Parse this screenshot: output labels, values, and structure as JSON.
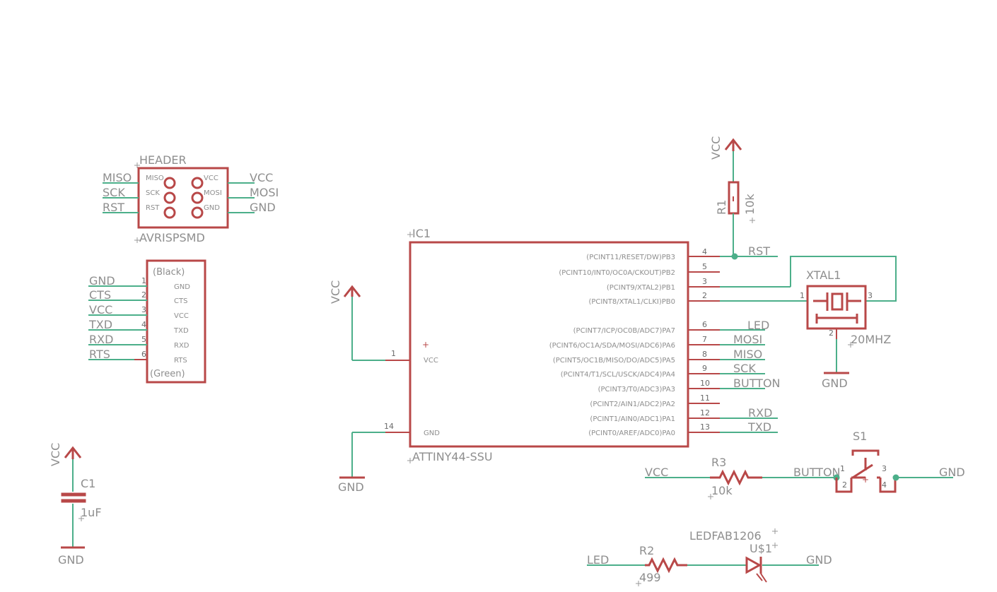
{
  "header": {
    "name": "HEADER",
    "value": "AVRISPSMD",
    "pin_labels": [
      "MISO",
      "SCK",
      "RST",
      "VCC",
      "MOSI",
      "GND"
    ],
    "nets_left": [
      "MISO",
      "SCK",
      "RST"
    ],
    "nets_right": [
      "VCC",
      "MOSI",
      "GND"
    ]
  },
  "ftdi": {
    "top": "(Black)",
    "bottom": "(Green)",
    "nets": [
      "GND",
      "CTS",
      "VCC",
      "TXD",
      "RXD",
      "RTS"
    ],
    "pin_numbers": [
      "1",
      "2",
      "3",
      "4",
      "5",
      "6"
    ],
    "pin_labels": [
      "GND",
      "CTS",
      "VCC",
      "TXD",
      "RXD",
      "RTS"
    ]
  },
  "ic": {
    "name": "IC1",
    "value": "ATTINY44-SSU",
    "power_label": "VCC",
    "ground_label": "GND",
    "plus": "+",
    "left_pins": [
      {
        "num": "1",
        "net": "VCC"
      },
      {
        "num": "14",
        "net": "GND"
      }
    ],
    "right_pins": [
      {
        "num": "4",
        "label": "(PCINT11/RESET/DW)PB3",
        "net": "RST"
      },
      {
        "num": "5",
        "label": "(PCINT10/INT0/OC0A/CKOUT)PB2",
        "net": ""
      },
      {
        "num": "3",
        "label": "(PCINT9/XTAL2)PB1",
        "net": ""
      },
      {
        "num": "2",
        "label": "(PCINT8/XTAL1/CLKI)PB0",
        "net": ""
      },
      {
        "num": "6",
        "label": "(PCINT7/ICP/OC0B/ADC7)PA7",
        "net": "LED"
      },
      {
        "num": "7",
        "label": "(PCINT6/OC1A/SDA/MOSI/ADC6)PA6",
        "net": "MOSI"
      },
      {
        "num": "8",
        "label": "(PCINT5/OC1B/MISO/DO/ADC5)PA5",
        "net": "MISO"
      },
      {
        "num": "9",
        "label": "(PCINT4/T1/SCL/USCK/ADC4)PA4",
        "net": "SCK"
      },
      {
        "num": "10",
        "label": "(PCINT3/T0/ADC3)PA3",
        "net": "BUTTON"
      },
      {
        "num": "11",
        "label": "(PCINT2/AIN1/ADC2)PA2",
        "net": ""
      },
      {
        "num": "12",
        "label": "(PCINT1/AIN0/ADC1)PA1",
        "net": "RXD"
      },
      {
        "num": "13",
        "label": "(PCINT0/AREF/ADC0)PA0",
        "net": "TXD"
      }
    ]
  },
  "r1": {
    "name": "R1",
    "value": "10k",
    "power": "VCC"
  },
  "xtal": {
    "name": "XTAL1",
    "value": "20MHZ",
    "ground": "GND",
    "pin1": "1",
    "pin3": "3",
    "pin2": "2"
  },
  "c1": {
    "name": "C1",
    "value": "1uF",
    "power": "VCC",
    "ground": "GND"
  },
  "r3": {
    "name": "R3",
    "value": "10k",
    "left_net": "VCC",
    "right_net": "BUTTON"
  },
  "s1": {
    "name": "S1",
    "right_net": "GND",
    "pins": [
      "1",
      "2",
      "3",
      "4"
    ]
  },
  "r2": {
    "name": "R2",
    "value": "499",
    "left_net": "LED"
  },
  "led": {
    "name": "U$1",
    "value": "LEDFAB1206",
    "right_net": "GND"
  }
}
